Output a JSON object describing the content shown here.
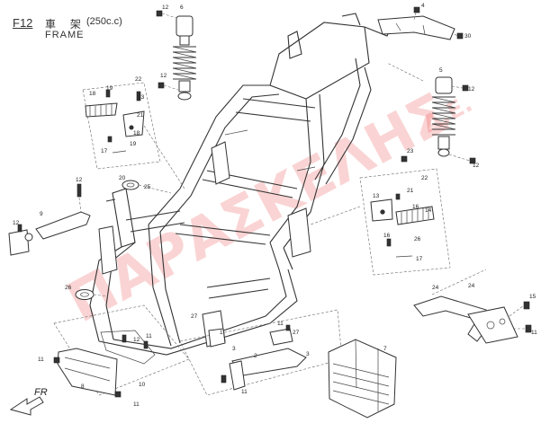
{
  "header": {
    "code": "F12",
    "chinese_title": "車 架",
    "displacement": "(250c.c)",
    "title": "FRAME"
  },
  "direction_label": "FR",
  "watermark": {
    "text": "ΠΑΡΑΣΚΕΛΗΣ",
    "suffix": "Α.Ε.",
    "color": "#e63c3c"
  },
  "callouts": [
    "12",
    "6",
    "12",
    "30",
    "4",
    "5",
    "22",
    "18",
    "19",
    "23",
    "12",
    "12",
    "21",
    "17",
    "25",
    "20",
    "18",
    "19",
    "12",
    "12",
    "21",
    "16",
    "14",
    "22",
    "26",
    "11",
    "9",
    "8",
    "11",
    "12",
    "24",
    "15",
    "11",
    "11",
    "7",
    "11",
    "10",
    "2",
    "1",
    "27",
    "11",
    "3",
    "27",
    "3",
    "24",
    "23",
    "13",
    "17",
    "26",
    "16"
  ]
}
